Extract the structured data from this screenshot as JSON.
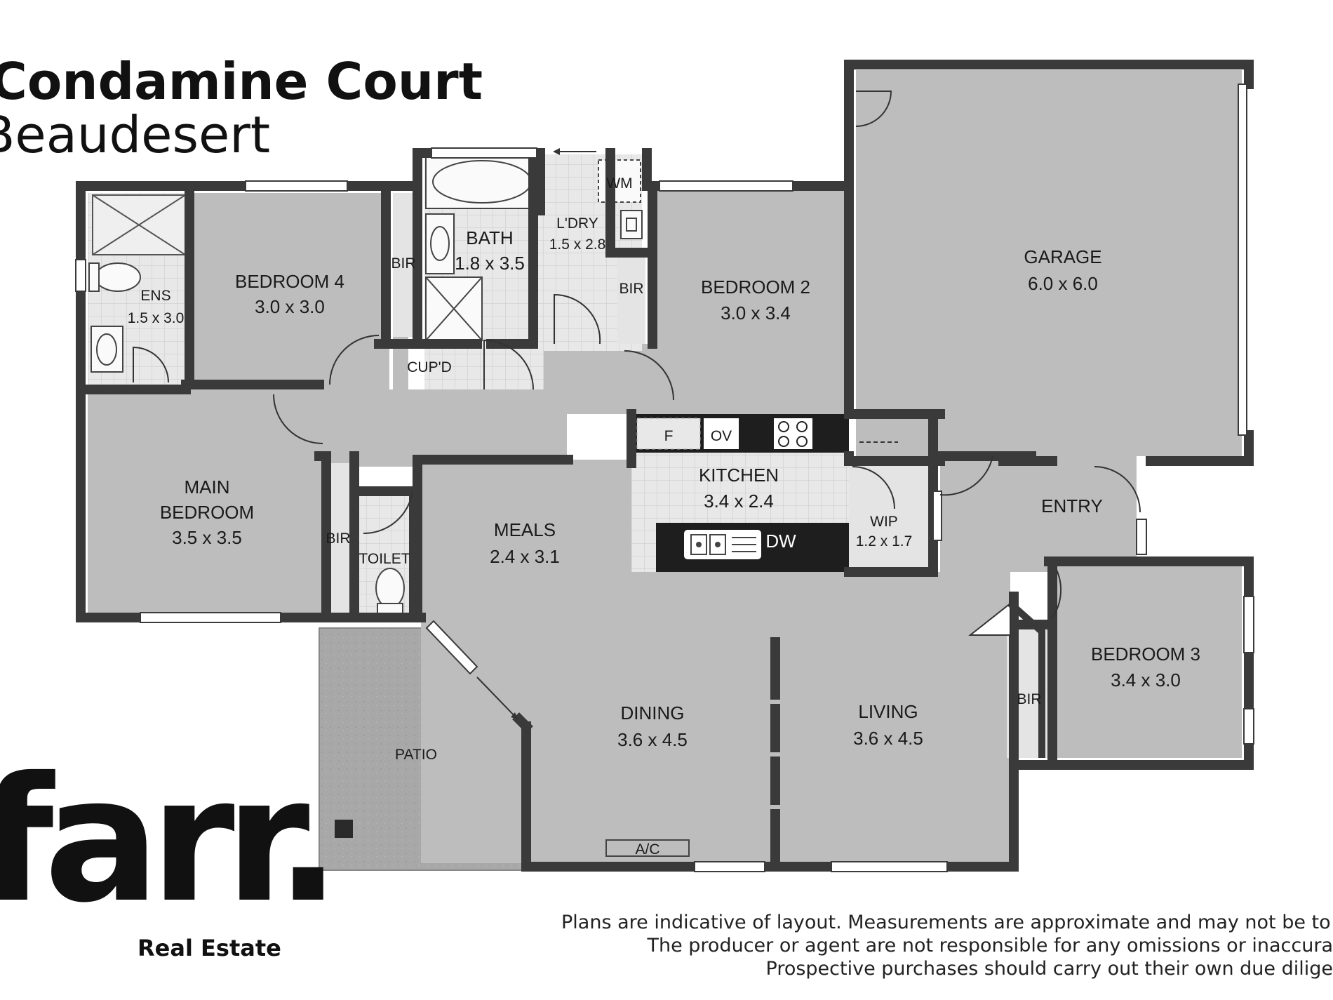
{
  "header": {
    "title_line1": "Condamine Court",
    "title_line2": "Beaudesert"
  },
  "brand": {
    "logo_text": "farr.",
    "logo_sub": "Real Estate"
  },
  "disclaimer": [
    "Plans are indicative of layout. Measurements are approximate and may not be to s",
    "The producer or agent are not responsible for any omissions or inaccura",
    "Prospective purchases should carry out their own due dilige"
  ],
  "rooms": {
    "ens": {
      "name": "ENS",
      "size": "1.5 x 3.0"
    },
    "bedroom4": {
      "name": "BEDROOM 4",
      "size": "3.0 x 3.0"
    },
    "bir_b4": {
      "name": "BIR"
    },
    "bath": {
      "name": "BATH",
      "size": "1.8 x 3.5"
    },
    "laundry": {
      "name": "L'DRY",
      "size": "1.5 x 2.8"
    },
    "wm": {
      "name": "WM"
    },
    "bir_b2": {
      "name": "BIR"
    },
    "bedroom2": {
      "name": "BEDROOM 2",
      "size": "3.0 x 3.4"
    },
    "garage": {
      "name": "GARAGE",
      "size": "6.0 x 6.0"
    },
    "cupd": {
      "name": "CUP'D"
    },
    "main_bedroom": {
      "name_line1": "MAIN",
      "name_line2": "BEDROOM",
      "size": "3.5 x 3.5"
    },
    "bir_main": {
      "name": "BIR"
    },
    "toilet": {
      "name": "TOILET"
    },
    "meals": {
      "name": "MEALS",
      "size": "2.4 x 3.1"
    },
    "kitchen": {
      "name": "KITCHEN",
      "size": "3.4 x 2.4"
    },
    "fridge": {
      "name": "F"
    },
    "oven": {
      "name": "OV"
    },
    "dw": {
      "name": "DW"
    },
    "wip": {
      "name": "WIP",
      "size": "1.2 x 1.7"
    },
    "entry": {
      "name": "ENTRY"
    },
    "bedroom3": {
      "name": "BEDROOM 3",
      "size": "3.4 x 3.0"
    },
    "bir_b3": {
      "name": "BIR"
    },
    "patio": {
      "name": "PATIO"
    },
    "dining": {
      "name": "DINING",
      "size": "3.6 x 4.5"
    },
    "living": {
      "name": "LIVING",
      "size": "3.6 x 4.5"
    },
    "ac": {
      "name": "A/C"
    }
  },
  "colors": {
    "wall": "#3a3a3a",
    "floor": "#bdbdbd",
    "wet_floor": "#e6e6e6",
    "patio": "#a9a9a9",
    "bench": "#1e1e1e"
  }
}
